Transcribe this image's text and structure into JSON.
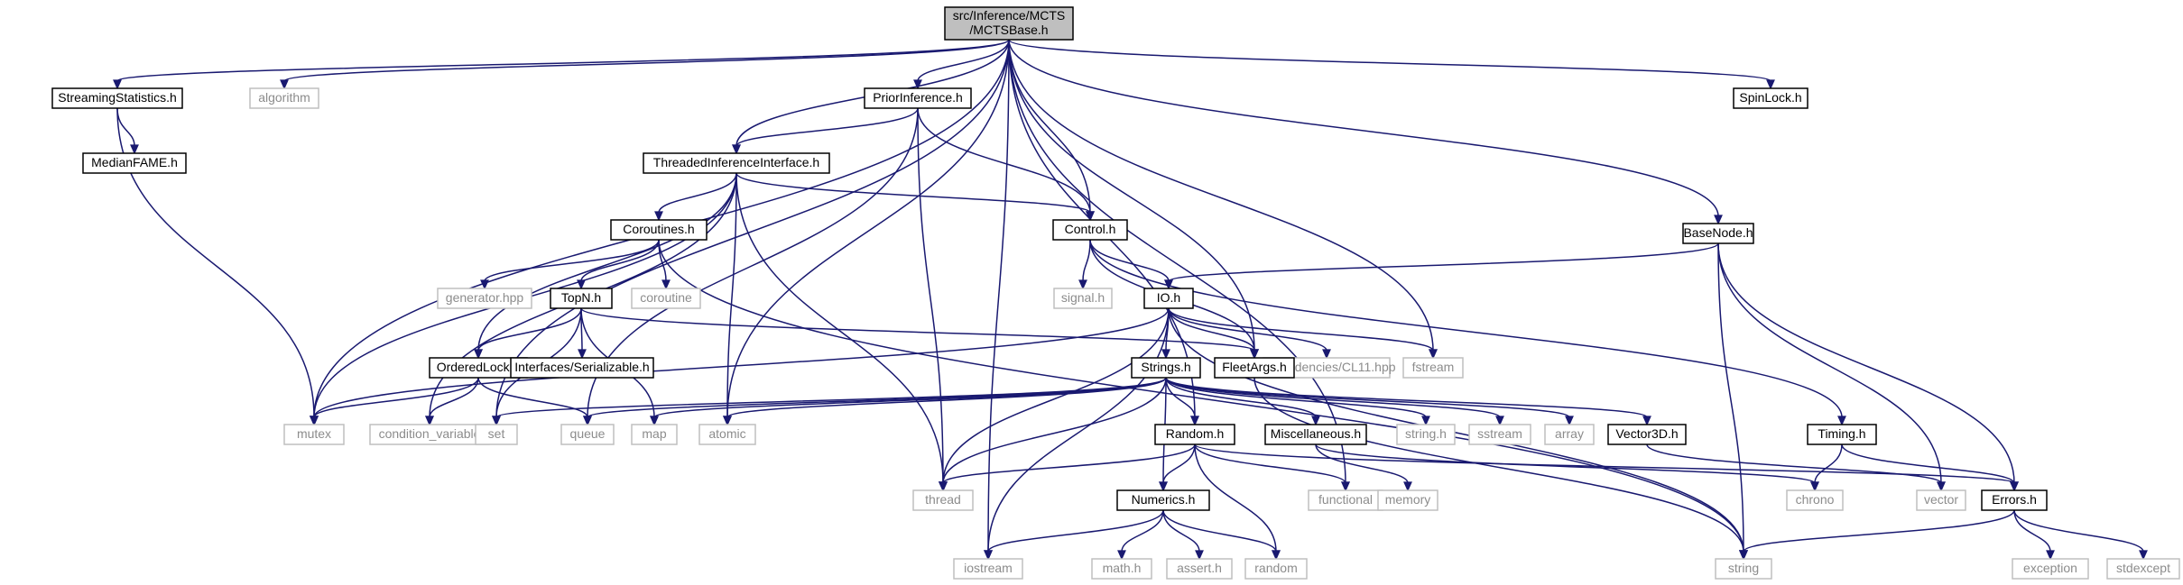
{
  "colors": {
    "edge": "#191970",
    "project_node_border": "#000000",
    "project_node_text": "#000000",
    "system_node_border": "#bfbfbf",
    "system_node_text": "#8c8c8c",
    "root_fill": "#bfbfbf",
    "background": "#ffffff"
  },
  "nodes": [
    {
      "id": "root",
      "lines": [
        "src/Inference/MCTS",
        "/MCTSBase.h"
      ],
      "kind": "root"
    },
    {
      "id": "streaming",
      "lines": [
        "StreamingStatistics.h"
      ],
      "kind": "project"
    },
    {
      "id": "algorithm",
      "lines": [
        "algorithm"
      ],
      "kind": "system"
    },
    {
      "id": "prior",
      "lines": [
        "PriorInference.h"
      ],
      "kind": "project"
    },
    {
      "id": "spinlock",
      "lines": [
        "SpinLock.h"
      ],
      "kind": "project"
    },
    {
      "id": "medianfame",
      "lines": [
        "MedianFAME.h"
      ],
      "kind": "project"
    },
    {
      "id": "threaded",
      "lines": [
        "ThreadedInferenceInterface.h"
      ],
      "kind": "project"
    },
    {
      "id": "basenode",
      "lines": [
        "BaseNode.h"
      ],
      "kind": "project"
    },
    {
      "id": "coroutines",
      "lines": [
        "Coroutines.h"
      ],
      "kind": "project"
    },
    {
      "id": "control",
      "lines": [
        "Control.h"
      ],
      "kind": "project"
    },
    {
      "id": "generator",
      "lines": [
        "generator.hpp"
      ],
      "kind": "system"
    },
    {
      "id": "topn",
      "lines": [
        "TopN.h"
      ],
      "kind": "project"
    },
    {
      "id": "coroutine",
      "lines": [
        "coroutine"
      ],
      "kind": "system"
    },
    {
      "id": "signal",
      "lines": [
        "signal.h"
      ],
      "kind": "system"
    },
    {
      "id": "io",
      "lines": [
        "IO.h"
      ],
      "kind": "project"
    },
    {
      "id": "orderedlock",
      "lines": [
        "OrderedLock.h"
      ],
      "kind": "project"
    },
    {
      "id": "serializable",
      "lines": [
        "Interfaces/Serializable.h"
      ],
      "kind": "project"
    },
    {
      "id": "strings",
      "lines": [
        "Strings.h"
      ],
      "kind": "project"
    },
    {
      "id": "deps",
      "lines": [
        "Dependencies/CL11.hpp"
      ],
      "kind": "system"
    },
    {
      "id": "fleetargs",
      "lines": [
        "FleetArgs.h"
      ],
      "kind": "project"
    },
    {
      "id": "fstream",
      "lines": [
        "fstream"
      ],
      "kind": "system"
    },
    {
      "id": "mutex",
      "lines": [
        "mutex"
      ],
      "kind": "system"
    },
    {
      "id": "condvar",
      "lines": [
        "condition_variable"
      ],
      "kind": "system"
    },
    {
      "id": "set",
      "lines": [
        "set"
      ],
      "kind": "system"
    },
    {
      "id": "queue",
      "lines": [
        "queue"
      ],
      "kind": "system"
    },
    {
      "id": "map",
      "lines": [
        "map"
      ],
      "kind": "system"
    },
    {
      "id": "atomic",
      "lines": [
        "atomic"
      ],
      "kind": "system"
    },
    {
      "id": "random_h",
      "lines": [
        "Random.h"
      ],
      "kind": "project"
    },
    {
      "id": "misc",
      "lines": [
        "Miscellaneous.h"
      ],
      "kind": "project"
    },
    {
      "id": "string_h",
      "lines": [
        "string.h"
      ],
      "kind": "system"
    },
    {
      "id": "sstream",
      "lines": [
        "sstream"
      ],
      "kind": "system"
    },
    {
      "id": "array",
      "lines": [
        "array"
      ],
      "kind": "system"
    },
    {
      "id": "vector3d",
      "lines": [
        "Vector3D.h"
      ],
      "kind": "project"
    },
    {
      "id": "timing",
      "lines": [
        "Timing.h"
      ],
      "kind": "project"
    },
    {
      "id": "thread",
      "lines": [
        "thread"
      ],
      "kind": "system"
    },
    {
      "id": "functional",
      "lines": [
        "functional"
      ],
      "kind": "system"
    },
    {
      "id": "memory",
      "lines": [
        "memory"
      ],
      "kind": "system"
    },
    {
      "id": "chrono",
      "lines": [
        "chrono"
      ],
      "kind": "system"
    },
    {
      "id": "vector",
      "lines": [
        "vector"
      ],
      "kind": "system"
    },
    {
      "id": "errors",
      "lines": [
        "Errors.h"
      ],
      "kind": "project"
    },
    {
      "id": "numerics",
      "lines": [
        "Numerics.h"
      ],
      "kind": "project"
    },
    {
      "id": "iostream",
      "lines": [
        "iostream"
      ],
      "kind": "system"
    },
    {
      "id": "math",
      "lines": [
        "math.h"
      ],
      "kind": "system"
    },
    {
      "id": "assert",
      "lines": [
        "assert.h"
      ],
      "kind": "system"
    },
    {
      "id": "random",
      "lines": [
        "random"
      ],
      "kind": "system"
    },
    {
      "id": "string",
      "lines": [
        "string"
      ],
      "kind": "system"
    },
    {
      "id": "exception",
      "lines": [
        "exception"
      ],
      "kind": "system"
    },
    {
      "id": "stdexcept",
      "lines": [
        "stdexcept"
      ],
      "kind": "system"
    }
  ],
  "edges": [
    [
      "root",
      "streaming"
    ],
    [
      "root",
      "algorithm"
    ],
    [
      "root",
      "prior"
    ],
    [
      "root",
      "spinlock"
    ],
    [
      "root",
      "threaded"
    ],
    [
      "root",
      "control"
    ],
    [
      "root",
      "basenode"
    ],
    [
      "root",
      "fleetargs"
    ],
    [
      "root",
      "fstream"
    ],
    [
      "root",
      "mutex"
    ],
    [
      "root",
      "set"
    ],
    [
      "root",
      "atomic"
    ],
    [
      "root",
      "iostream"
    ],
    [
      "root",
      "functional"
    ],
    [
      "root",
      "random_h"
    ],
    [
      "streaming",
      "medianfame"
    ],
    [
      "streaming",
      "mutex"
    ],
    [
      "prior",
      "threaded"
    ],
    [
      "prior",
      "control"
    ],
    [
      "prior",
      "queue"
    ],
    [
      "prior",
      "thread"
    ],
    [
      "threaded",
      "coroutines"
    ],
    [
      "threaded",
      "control"
    ],
    [
      "threaded",
      "orderedlock"
    ],
    [
      "threaded",
      "mutex"
    ],
    [
      "threaded",
      "condvar"
    ],
    [
      "threaded",
      "thread"
    ],
    [
      "threaded",
      "atomic"
    ],
    [
      "coroutines",
      "generator"
    ],
    [
      "coroutines",
      "topn"
    ],
    [
      "coroutines",
      "coroutine"
    ],
    [
      "coroutines",
      "string"
    ],
    [
      "topn",
      "orderedlock"
    ],
    [
      "topn",
      "serializable"
    ],
    [
      "topn",
      "set"
    ],
    [
      "topn",
      "map"
    ],
    [
      "topn",
      "fleetargs"
    ],
    [
      "orderedlock",
      "mutex"
    ],
    [
      "orderedlock",
      "condvar"
    ],
    [
      "orderedlock",
      "queue"
    ],
    [
      "control",
      "signal"
    ],
    [
      "control",
      "io"
    ],
    [
      "control",
      "fleetargs"
    ],
    [
      "control",
      "timing"
    ],
    [
      "basenode",
      "io"
    ],
    [
      "basenode",
      "errors"
    ],
    [
      "basenode",
      "vector"
    ],
    [
      "basenode",
      "string"
    ],
    [
      "io",
      "strings"
    ],
    [
      "io",
      "deps"
    ],
    [
      "io",
      "fleetargs"
    ],
    [
      "io",
      "fstream"
    ],
    [
      "io",
      "mutex"
    ],
    [
      "io",
      "thread"
    ],
    [
      "io",
      "iostream"
    ],
    [
      "io",
      "string"
    ],
    [
      "fleetargs",
      "string"
    ],
    [
      "strings",
      "set"
    ],
    [
      "strings",
      "queue"
    ],
    [
      "strings",
      "map"
    ],
    [
      "strings",
      "atomic"
    ],
    [
      "strings",
      "random_h"
    ],
    [
      "strings",
      "misc"
    ],
    [
      "strings",
      "string_h"
    ],
    [
      "strings",
      "sstream"
    ],
    [
      "strings",
      "array"
    ],
    [
      "strings",
      "vector3d"
    ],
    [
      "strings",
      "numerics"
    ],
    [
      "strings",
      "thread"
    ],
    [
      "random_h",
      "numerics"
    ],
    [
      "random_h",
      "functional"
    ],
    [
      "random_h",
      "thread"
    ],
    [
      "random_h",
      "random"
    ],
    [
      "random_h",
      "errors"
    ],
    [
      "misc",
      "memory"
    ],
    [
      "misc",
      "chrono"
    ],
    [
      "vector3d",
      "vector"
    ],
    [
      "timing",
      "chrono"
    ],
    [
      "timing",
      "errors"
    ],
    [
      "numerics",
      "iostream"
    ],
    [
      "numerics",
      "math"
    ],
    [
      "numerics",
      "assert"
    ],
    [
      "numerics",
      "random"
    ],
    [
      "errors",
      "exception"
    ],
    [
      "errors",
      "stdexcept"
    ],
    [
      "errors",
      "string"
    ]
  ]
}
